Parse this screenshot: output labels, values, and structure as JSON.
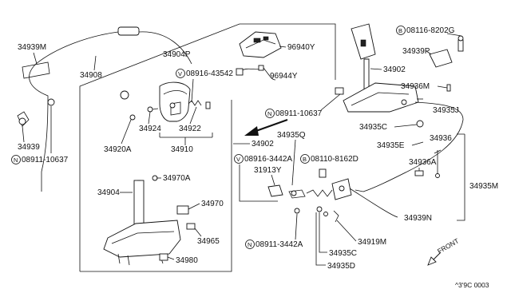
{
  "parts": {
    "p34939M": "34939M",
    "p34908": "34908",
    "p34904P": "34904P",
    "p96940Y": "96940Y",
    "p96944Y": "96944Y",
    "v08916_43542": "08916-43542",
    "p34924": "34924",
    "p34922": "34922",
    "p34920A": "34920A",
    "p34910": "34910",
    "p34939": "34939",
    "n08911_10637_left": "08911-10637",
    "b08116_8202G": "08116-8202G",
    "p34939P": "34939P",
    "p34902_top": "34902",
    "p34936M": "34936M",
    "n08911_10637_right": "08911-10637",
    "p34935J": "34935J",
    "p34935C_a": "34935C",
    "p34935E": "34935E",
    "p34936": "34936",
    "p34936A": "34936A",
    "p34935M": "34935M",
    "p34902_mid": "34902",
    "p34935Q": "34935Q",
    "b08110_8162D": "08110-8162D",
    "v08916_3442A": "08916-3442A",
    "p31913Y": "31913Y",
    "p34970A": "34970A",
    "p34904": "34904",
    "p34970": "34970",
    "p34965": "34965",
    "p34980": "34980",
    "p34939N": "34939N",
    "n08911_3442A": "08911-3442A",
    "p34919M": "34919M",
    "p34935C_b": "34935C",
    "p34935D": "34935D",
    "front": "FRONT",
    "code": "^3'9C 0003"
  },
  "prefix": {
    "N": "N",
    "V": "V",
    "B": "B"
  }
}
